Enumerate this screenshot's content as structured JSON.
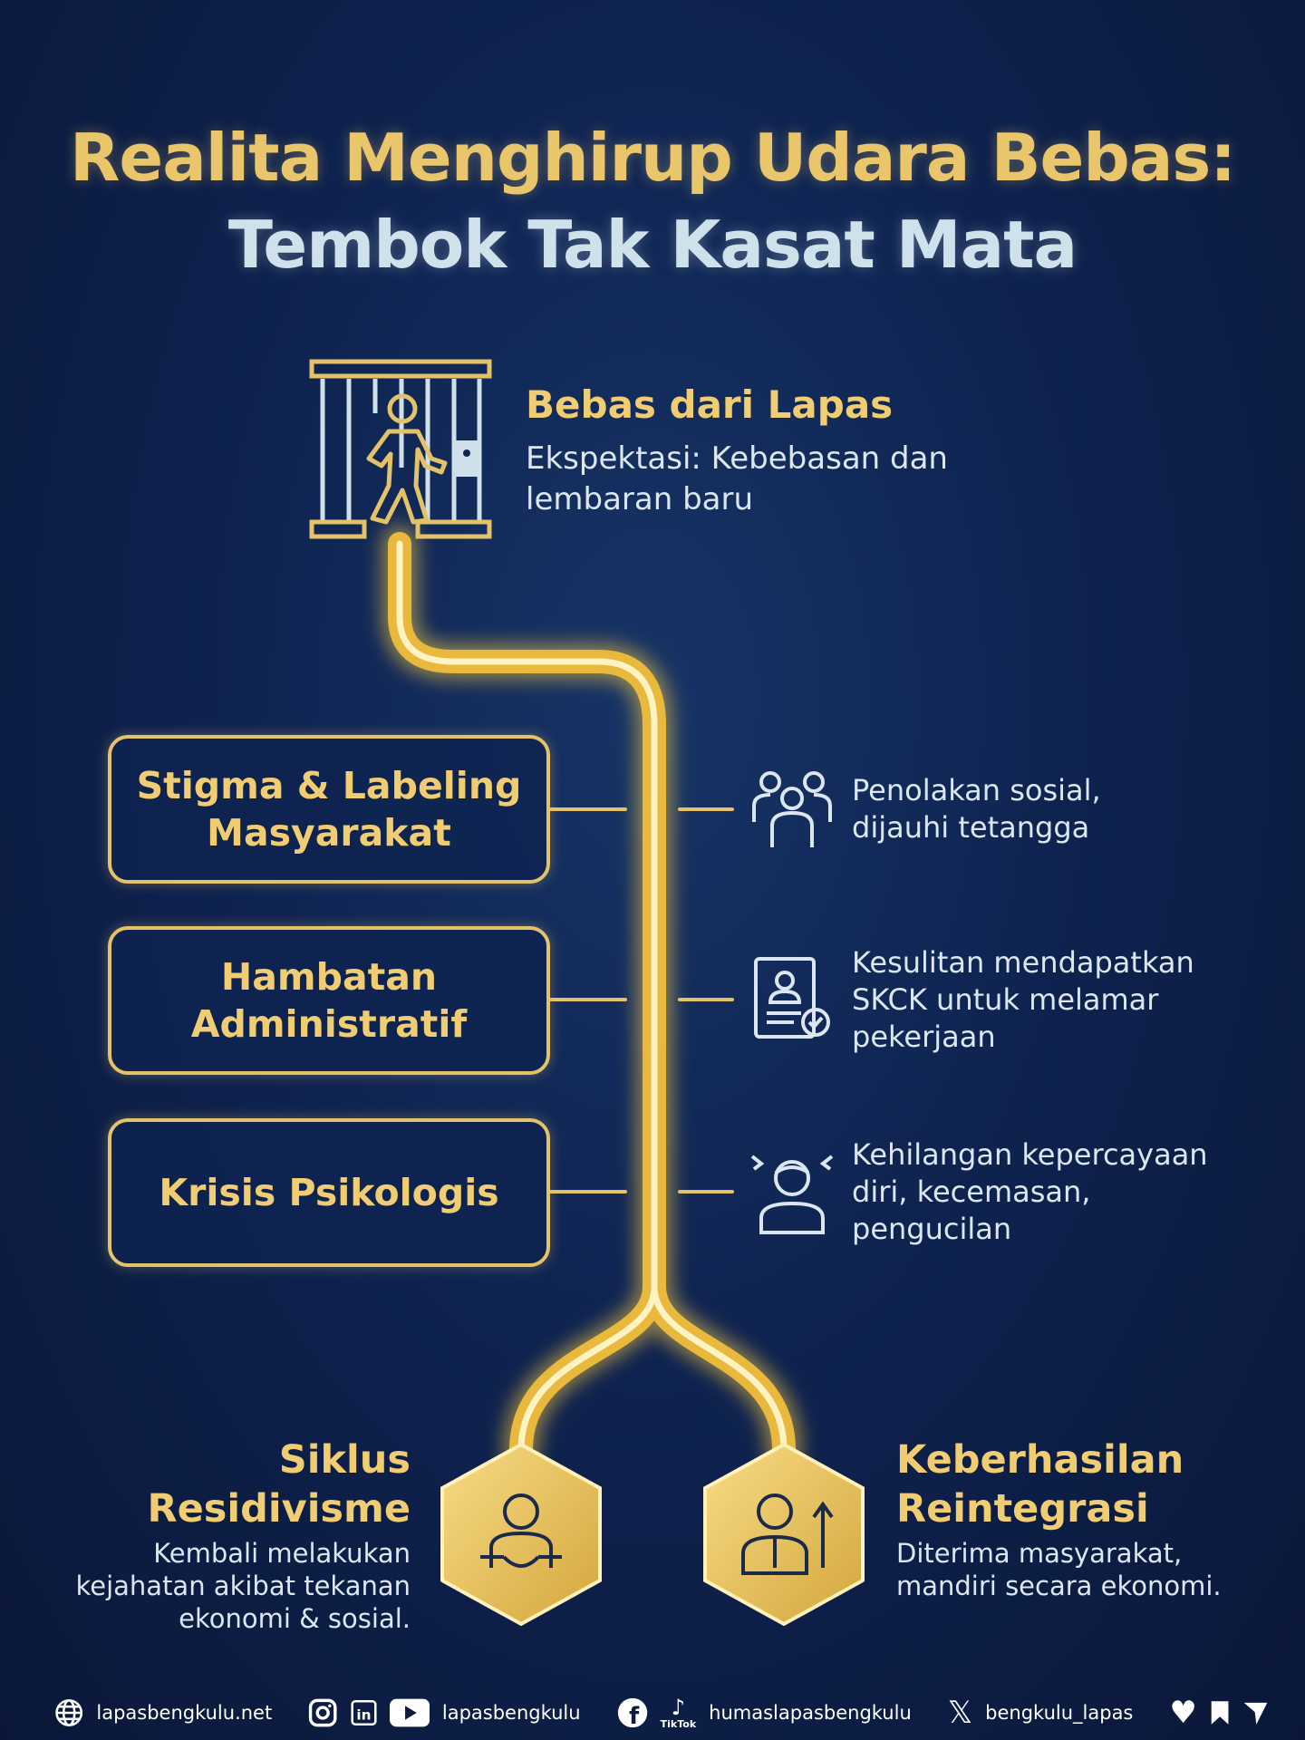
{
  "title": {
    "line1": "Realita Menghirup Udara Bebas:",
    "line2": "Tembok Tak Kasat Mata"
  },
  "start": {
    "icon": "jail-exit-icon",
    "title": "Bebas dari Lapas",
    "desc_line1": "Ekspektasi: Kebebasan dan",
    "desc_line2": "lembaran baru"
  },
  "barriers": [
    {
      "label_line1": "Stigma & Labeling",
      "label_line2": "Masyarakat",
      "icon": "people-group-icon",
      "desc": [
        "Penolakan sosial,",
        "dijauhi tetangga"
      ]
    },
    {
      "label_line1": "Hambatan",
      "label_line2": "Administratif",
      "icon": "document-check-icon",
      "desc": [
        "Kesulitan mendapatkan",
        "SKCK untuk melamar",
        "pekerjaan"
      ]
    },
    {
      "label_line1": "Krisis Psikologis",
      "label_line2": "",
      "icon": "stressed-person-icon",
      "desc": [
        "Kehilangan kepercayaan",
        "diri, kecemasan,",
        "pengucilan"
      ]
    }
  ],
  "outcomes": [
    {
      "title_line1": "Siklus",
      "title_line2": "Residivisme",
      "icon": "handcuffed-person-icon",
      "desc": [
        "Kembali melakukan",
        "kejahatan akibat tekanan",
        "ekonomi & sosial."
      ]
    },
    {
      "title_line1": "Keberhasilan",
      "title_line2": "Reintegrasi",
      "icon": "person-growth-icon",
      "desc": [
        "Diterima masyarakat,",
        "mandiri secara ekonomi."
      ]
    }
  ],
  "footer": {
    "website": "lapasbengkulu.net",
    "social1": "lapasbengkulu",
    "social2": "humaslapasbengkulu",
    "tiktok_label": "TikTok",
    "x_handle": "bengkulu_lapas"
  },
  "colors": {
    "gold": "#f0cd72",
    "background": "#0f2350",
    "text": "#dbe6f0"
  }
}
